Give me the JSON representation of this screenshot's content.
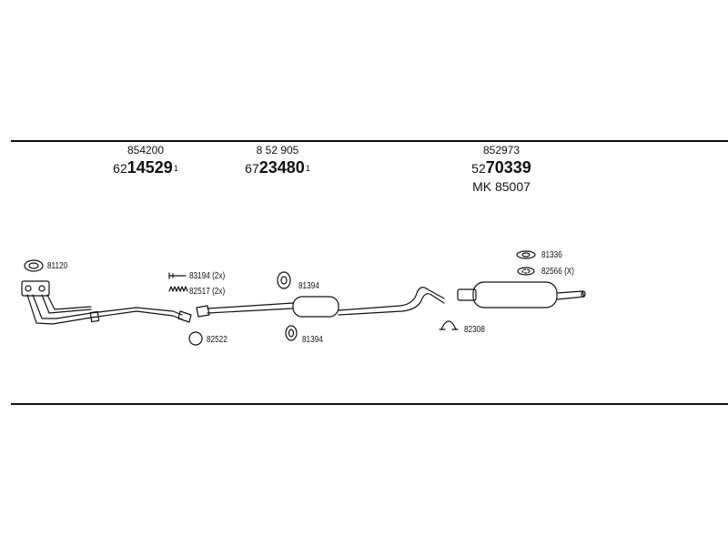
{
  "groups": [
    {
      "ref": "854200",
      "prefix": "62",
      "number": "14529",
      "suffix": "1"
    },
    {
      "ref": "8 52 905",
      "prefix": "67",
      "number": "23480",
      "suffix": "1"
    },
    {
      "ref": "852973",
      "prefix": "52",
      "number": "70339",
      "suffix": ""
    }
  ],
  "mk_label": "MK  85007",
  "parts": {
    "gasket_front": "81120",
    "bolt_kit": "83194 (2x)",
    "spring_kit": "82517 (2x)",
    "ring_seal": "82522",
    "hanger_upper": "81394",
    "hanger_lower": "81394",
    "clamp": "82308",
    "rubber_mount": "81336",
    "seal_x": "82566 (X)"
  }
}
